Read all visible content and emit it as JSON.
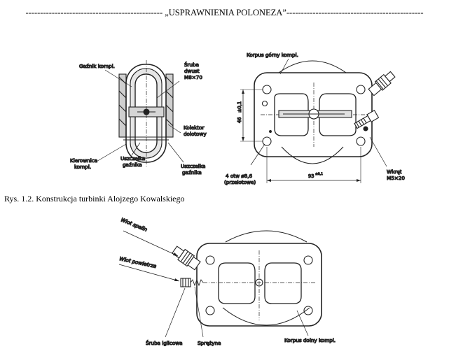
{
  "header": {
    "text": "----------------------------------------------- „USPRAWNIENIA POLONEZA”-----------------------------------------------"
  },
  "figure1": {
    "labels": {
      "gaznik": "Gaźnik kompl.",
      "sruba_l1": "Śruba",
      "sruba_l2": "dwust",
      "sruba_l3": "M8×70",
      "korpus_gorny": "Korpus górny kompl.",
      "kolektor_l1": "Kolektor",
      "kolektor_l2": "dolotowy",
      "kierownica_l1": "Kierownica",
      "kierownica_l2": "kompl.",
      "uszczelka1_l1": "Uszczelka",
      "uszczelka1_l2": "gaźnika",
      "uszczelka2_l1": "Uszczelka",
      "uszczelka2_l2": "gaźnika",
      "otw_l1": "4 otw ø8,6",
      "otw_l2": "(przelotowe)",
      "dim_46": "46",
      "dim_46_tol": "±0,1",
      "dim_93": "93",
      "dim_93_tol": "±0,1",
      "wkret_l1": "Wkręt",
      "wkret_l2": "M5×20"
    }
  },
  "caption": {
    "text": "Rys. 1.2. Konstrukcja turbinki Alojzego Kowalskiego"
  },
  "figure2": {
    "labels": {
      "wlot_spalin": "Wlot spalin",
      "wlot_powietrza": "Wlot powietrza",
      "sruba_iglicowa": "Śruba iglicowa",
      "sprezyna": "Sprężyna",
      "korpus_dolny": "Korpus dolny kompl."
    }
  }
}
